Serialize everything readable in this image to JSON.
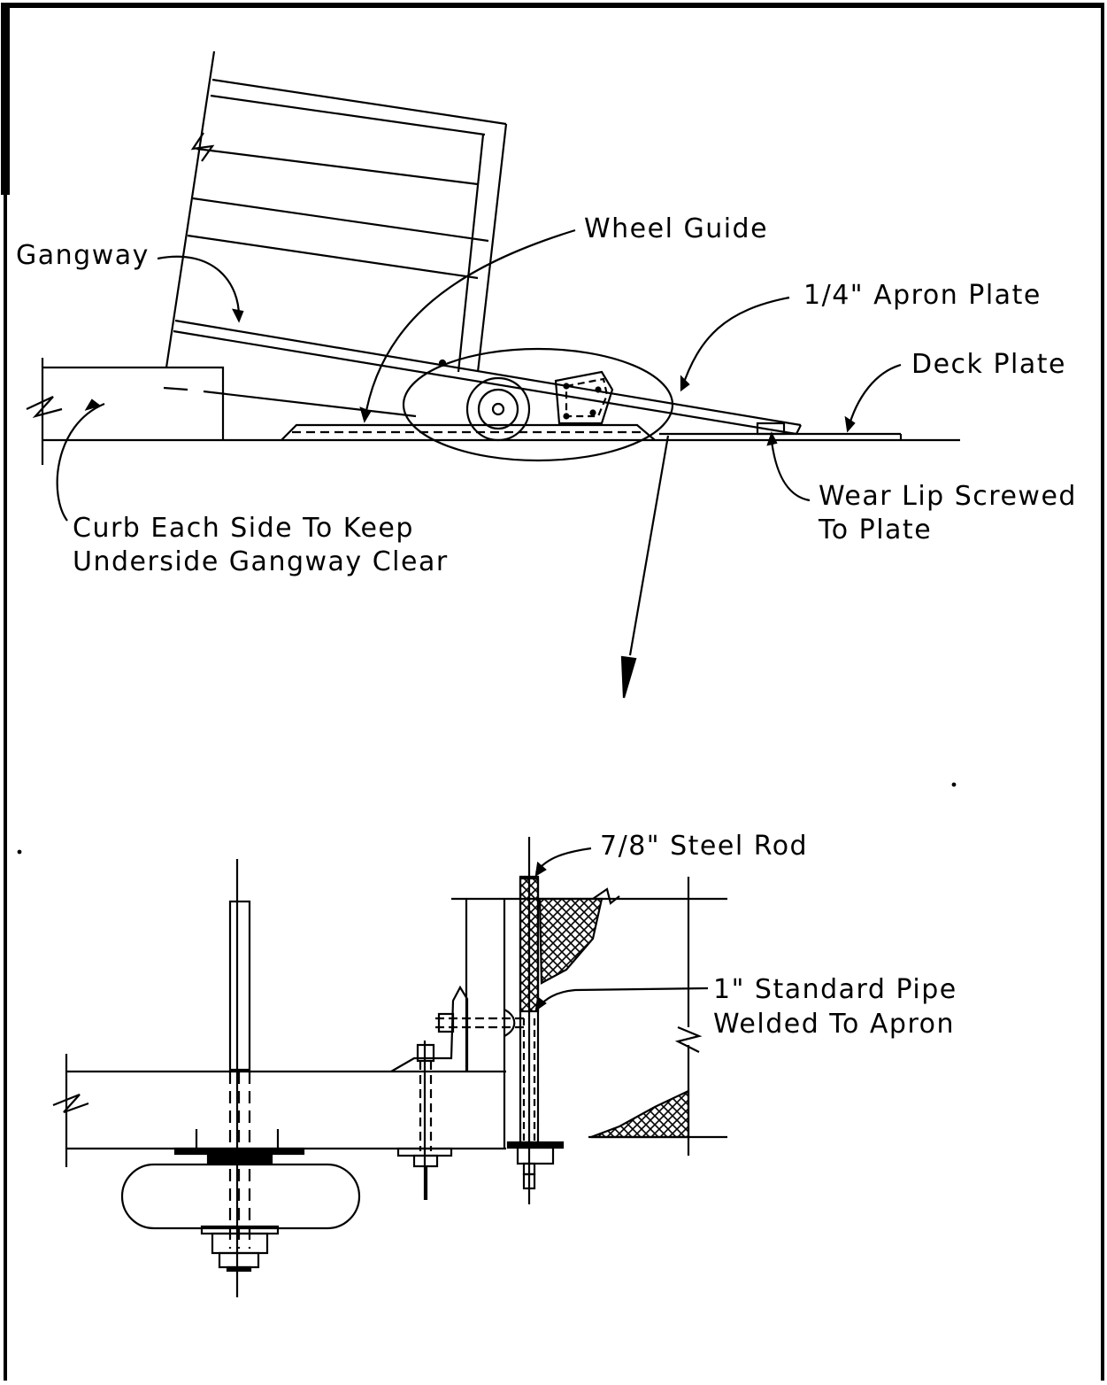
{
  "labels": {
    "gangway": "Gangway",
    "wheel_guide": "Wheel Guide",
    "apron_plate": "1/4\" Apron Plate",
    "deck_plate": "Deck Plate",
    "wear_lip_1": "Wear Lip Screwed",
    "wear_lip_2": "To Plate",
    "curb_1": "Curb Each Side To Keep",
    "curb_2": "Underside Gangway Clear",
    "steel_rod": "7/8\" Steel Rod",
    "pipe_1": "1\" Standard Pipe",
    "pipe_2": "Welded To Apron"
  },
  "colors": {
    "ink": "#000000",
    "paper": "#ffffff"
  }
}
